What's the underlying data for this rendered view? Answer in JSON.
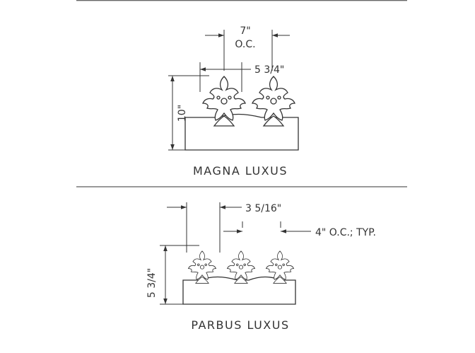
{
  "magna": {
    "spacing": "7\"",
    "spacing_note": "O.C.",
    "width": "5 3/4\"",
    "height": "10\"",
    "name": "MAGNA LUXUS"
  },
  "parbus": {
    "width": "3 5/16\"",
    "spacing": "4\" O.C.; TYP.",
    "height": "5 3/4\"",
    "name": "PARBUS LUXUS"
  },
  "colors": {
    "line": "#333333",
    "background": "#ffffff"
  }
}
